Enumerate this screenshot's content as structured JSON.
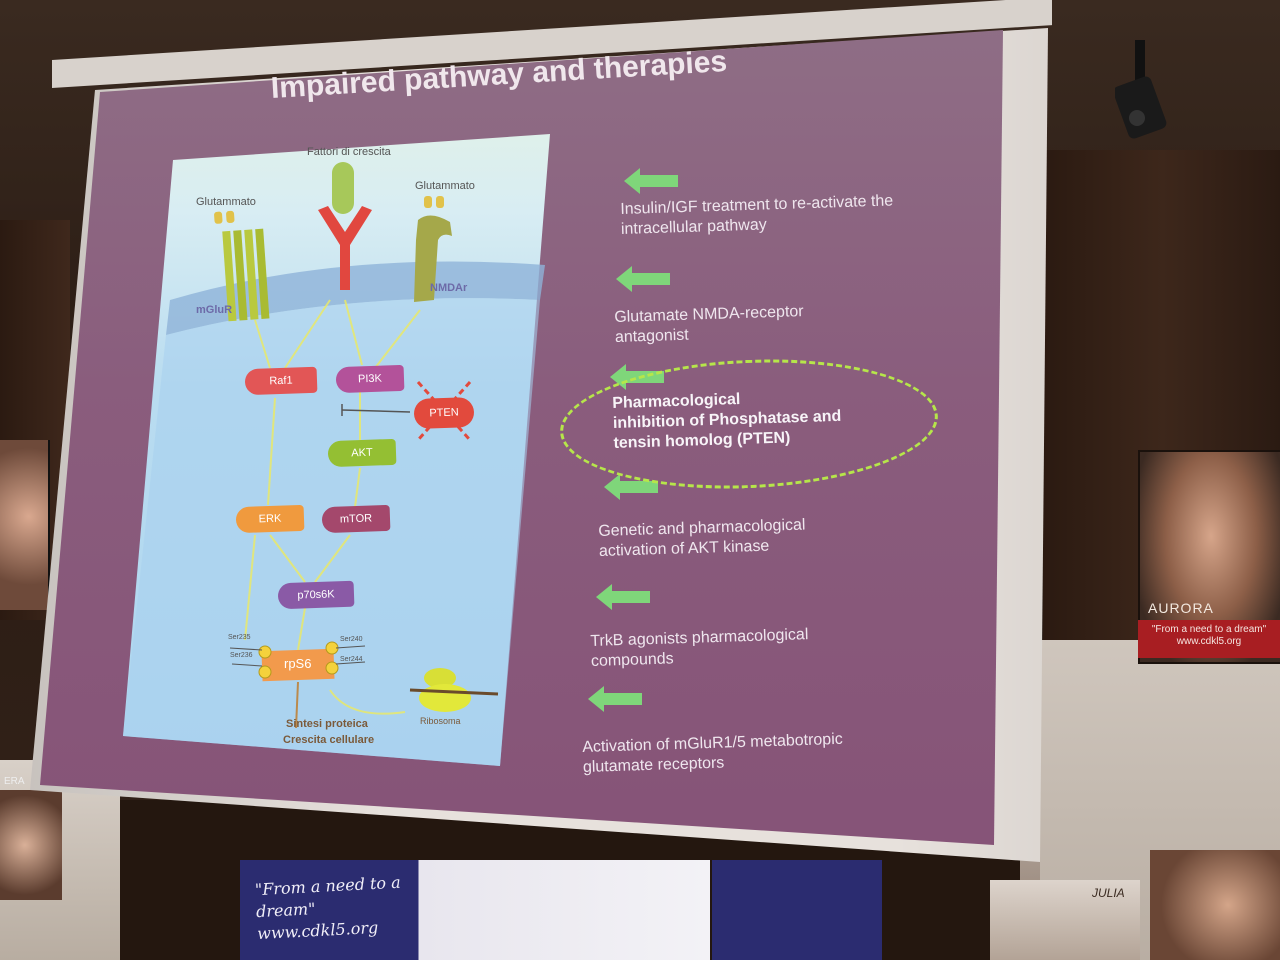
{
  "slide": {
    "title": "Impaired pathway and therapies"
  },
  "diagram": {
    "labels": {
      "growth_factors": "Fattori di crescita",
      "glutamate_left": "Glutammato",
      "glutamate_right": "Glutammato",
      "mglur": "mGluR",
      "nmda": "NMDAr",
      "raf1": "Raf1",
      "pi3k": "PI3K",
      "pten": "PTEN",
      "akt": "AKT",
      "erk": "ERK",
      "mtor": "mTOR",
      "p70s6k": "p70s6K",
      "rps6": "rpS6",
      "ser235": "Ser235",
      "ser236": "Ser236",
      "ser240": "Ser240",
      "ser244": "Ser244",
      "protein_synthesis": "Sintesi proteica",
      "cell_growth": "Crescita cellulare",
      "ribosome": "Ribosoma"
    }
  },
  "therapies": [
    {
      "line1": "Insulin/IGF treatment to re-activate the",
      "line2": "intracellular  pathway",
      "highlight": false
    },
    {
      "line1": "Glutamate NMDA-receptor",
      "line2": "antagonist",
      "highlight": false
    },
    {
      "line1": "Pharmacological",
      "line2": "inhibition of Phosphatase and",
      "line3": "tensin homolog (PTEN)",
      "highlight": true
    },
    {
      "line1": "Genetic and pharmacological",
      "line2": "activation of AKT kinase",
      "highlight": false
    },
    {
      "line1": "TrkB agonists pharmacological",
      "line2": "compounds",
      "highlight": false
    },
    {
      "line1": "Activation of mGluR1/5 metabotropic",
      "line2": "glutamate receptors",
      "highlight": false
    }
  ],
  "room": {
    "aurora_name": "AURORA",
    "aurora_tagline": "\"From a need to a dream\"",
    "aurora_url": "www.cdkl5.org",
    "julia_name": "JULIA",
    "poster_slogan": "\"From a need to a dream\"",
    "poster_url": "www.cdkl5.org",
    "left_poster_fragment": "ERA"
  },
  "colors": {
    "slide_bg": "#8a5d7d",
    "arrow_green": "#7fd67a",
    "ellipse_dash": "#b6e64a",
    "pten_red": "#e24a3d"
  }
}
